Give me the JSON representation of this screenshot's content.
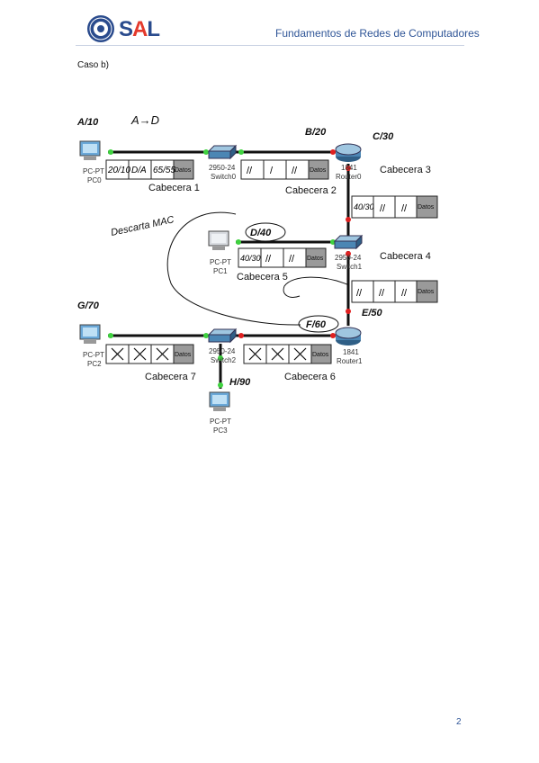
{
  "header": {
    "logo_text_1": "S",
    "logo_text_2": "A",
    "logo_text_3": "L",
    "title": "Fundamentos de Redes de Computadores"
  },
  "section_label": "Caso b)",
  "page_number": "2",
  "diagram": {
    "segment_labels": {
      "a": "A/10",
      "b": "B/20",
      "c": "C/30",
      "d": "D/40",
      "e": "E/50",
      "f": "F/60",
      "g": "G/70",
      "h": "H/90"
    },
    "devices": {
      "pc0_type": "PC-PT",
      "pc0_name": "PC0",
      "pc1_type": "PC-PT",
      "pc1_name": "PC1",
      "pc2_type": "PC-PT",
      "pc2_name": "PC2",
      "pc3_type": "PC-PT",
      "pc3_name": "PC3",
      "switch0_model": "2950-24",
      "switch0_name": "Switch0",
      "switch1_model": "2950-24",
      "switch1_name": "Switch1",
      "switch2_model": "2950-24",
      "switch2_name": "Switch2",
      "router0_model": "1841",
      "router0_name": "Router0",
      "router1_model": "1841",
      "router1_name": "Router1"
    },
    "headers": {
      "h1": "Cabecera 1",
      "h2": "Cabecera 2",
      "h3": "Cabecera 3",
      "h4": "Cabecera 4",
      "h5": "Cabecera 5",
      "h6": "Cabecera 6",
      "h7": "Cabecera 7"
    },
    "datos_label": "Datos",
    "handwritten": {
      "route": "A→D",
      "note": "Descarta MAC",
      "c1_f1": "20/10",
      "c1_f2": "D/A",
      "c1_f3": "65/55",
      "c2_f1": "//",
      "c2_f2": "/",
      "c2_f3": "//",
      "c3_f1": "40/30",
      "c3_f2": "//",
      "c3_f3": "//",
      "c4_f1": "//",
      "c4_f2": "//",
      "c4_f3": "//",
      "c5_f1": "40/30",
      "c5_f2": "//",
      "c5_f3": "//"
    }
  }
}
